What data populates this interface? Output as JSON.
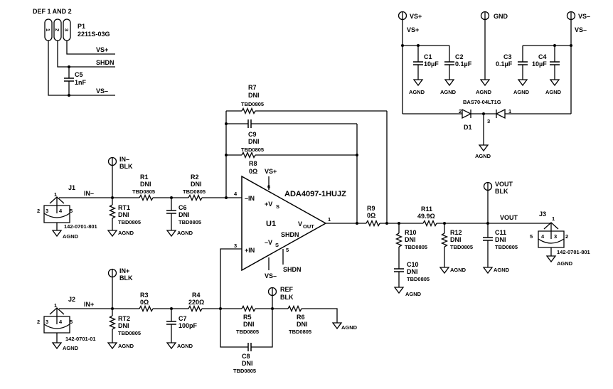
{
  "header": {
    "group_label": "DEF 1 AND 2"
  },
  "connector_p1": {
    "ref": "P1",
    "part": "2211S-03G",
    "pins": [
      "1",
      "2",
      "3"
    ]
  },
  "nets": {
    "vs_plus": "VS+",
    "vs_minus": "VS–",
    "shdn": "SHDN",
    "gnd": "GND",
    "agnd": "AGND",
    "in_minus": "IN–",
    "in_plus": "IN+",
    "vout": "VOUT"
  },
  "testpoints": {
    "in_minus": {
      "name": "IN–",
      "color": "BLK"
    },
    "in_plus": {
      "name": "IN+",
      "color": "BLK"
    },
    "ref": {
      "name": "REF",
      "color": "BLK"
    },
    "vout": {
      "name": "VOUT",
      "color": "BLK"
    }
  },
  "components": {
    "c5": {
      "ref": "C5",
      "value": "1nF"
    },
    "c1": {
      "ref": "C1",
      "value": "10µF"
    },
    "c2": {
      "ref": "C2",
      "value": "0.1µF"
    },
    "c3": {
      "ref": "C3",
      "value": "0.1µF"
    },
    "c4": {
      "ref": "C4",
      "value": "10µF"
    },
    "d1": {
      "ref": "D1",
      "part": "BAS70-04LT1G",
      "pins": [
        "2",
        "1",
        "3"
      ]
    },
    "r7": {
      "ref": "R7",
      "value": "DNI",
      "pkg": "TBD0805"
    },
    "c9": {
      "ref": "C9",
      "value": "DNI",
      "pkg": "TBD0805"
    },
    "r8": {
      "ref": "R8",
      "value": "0Ω"
    },
    "r1": {
      "ref": "R1",
      "value": "DNI",
      "pkg": "TBD0805"
    },
    "r2": {
      "ref": "R2",
      "value": "DNI",
      "pkg": "TBD0805"
    },
    "rt1": {
      "ref": "RT1",
      "value": "DNI",
      "pkg": "TBD0805"
    },
    "c6": {
      "ref": "C6",
      "value": "DNI",
      "pkg": "TBD0805"
    },
    "j1": {
      "ref": "J1",
      "part": "142-0701-801",
      "pins": [
        "1",
        "2",
        "3",
        "4",
        "5"
      ]
    },
    "j2": {
      "ref": "J2",
      "part": "142-0701-01",
      "pins": [
        "1",
        "2",
        "3",
        "4",
        "5"
      ]
    },
    "j3": {
      "ref": "J3",
      "part": "142-0701-801",
      "pins": [
        "1",
        "5",
        "4",
        "3",
        "2"
      ]
    },
    "u1": {
      "ref": "U1",
      "part": "ADA4097-1HUJZ",
      "pin_in_minus": "–IN",
      "pin_in_plus": "+IN",
      "pin_vs_plus": "+V",
      "pin_vs_minus": "–V",
      "sub_s": "S",
      "pin_vout": "V",
      "sub_out": "OUT",
      "pin_shdn": "SHDN",
      "pin4": "4",
      "pin3": "3",
      "pin6": "6",
      "pin5": "5",
      "pin1": "1"
    },
    "r9": {
      "ref": "R9",
      "value": "0Ω"
    },
    "r11": {
      "ref": "R11",
      "value": "49.9Ω"
    },
    "r10": {
      "ref": "R10",
      "value": "DNI",
      "pkg": "TBD0805"
    },
    "c10": {
      "ref": "C10",
      "value": "DNI",
      "pkg": "TBD0805"
    },
    "r12": {
      "ref": "R12",
      "value": "DNI",
      "pkg": "TBD0805"
    },
    "c11": {
      "ref": "C11",
      "value": "DNI",
      "pkg": "TBD0805"
    },
    "rt2": {
      "ref": "RT2",
      "value": "DNI",
      "pkg": "TBD0805"
    },
    "r3": {
      "ref": "R3",
      "value": "0Ω"
    },
    "r4": {
      "ref": "R4",
      "value": "220Ω"
    },
    "c7": {
      "ref": "C7",
      "value": "100pF"
    },
    "r5": {
      "ref": "R5",
      "value": "DNI",
      "pkg": "TBD0805"
    },
    "r6": {
      "ref": "R6",
      "value": "DNI",
      "pkg": "TBD0805"
    },
    "c8": {
      "ref": "C8",
      "value": "DNI",
      "pkg": "TBD0805"
    }
  }
}
